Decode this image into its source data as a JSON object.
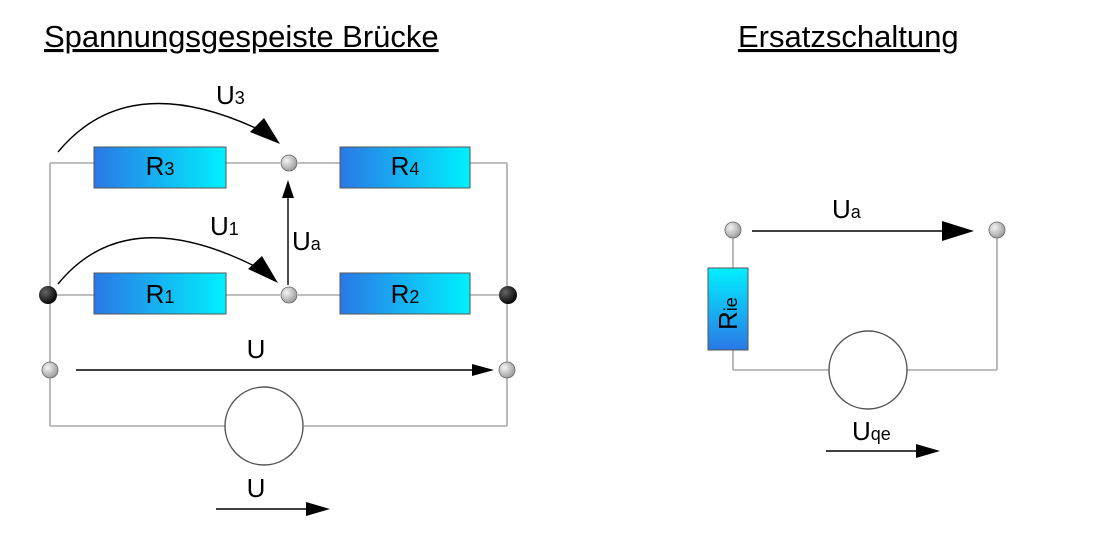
{
  "titles": {
    "left": "Spannungsgespeiste Brücke",
    "right": "Ersatzschaltung"
  },
  "resistors": {
    "r3": {
      "main": "R",
      "sub": "3"
    },
    "r4": {
      "main": "R",
      "sub": "4"
    },
    "r1": {
      "main": "R",
      "sub": "1"
    },
    "r2": {
      "main": "R",
      "sub": "2"
    },
    "rie": {
      "main": "R",
      "sub": "ie"
    }
  },
  "voltages": {
    "u3": {
      "main": "U",
      "sub": "3"
    },
    "u1": {
      "main": "U",
      "sub": "1"
    },
    "ua_bridge": {
      "main": "U",
      "sub": "a"
    },
    "u_bridge": {
      "main": "U",
      "sub": ""
    },
    "u_source": {
      "main": "U",
      "sub": ""
    },
    "ua_equiv": {
      "main": "U",
      "sub": "a"
    },
    "uqe": {
      "main": "U",
      "sub": "qe"
    }
  },
  "colors": {
    "resistor_left": "#2a78e6",
    "resistor_right": "#00f0ff",
    "wire": "#a8a8a8",
    "terminal_light": "#d0d0d0",
    "terminal_dark": "#111111"
  }
}
